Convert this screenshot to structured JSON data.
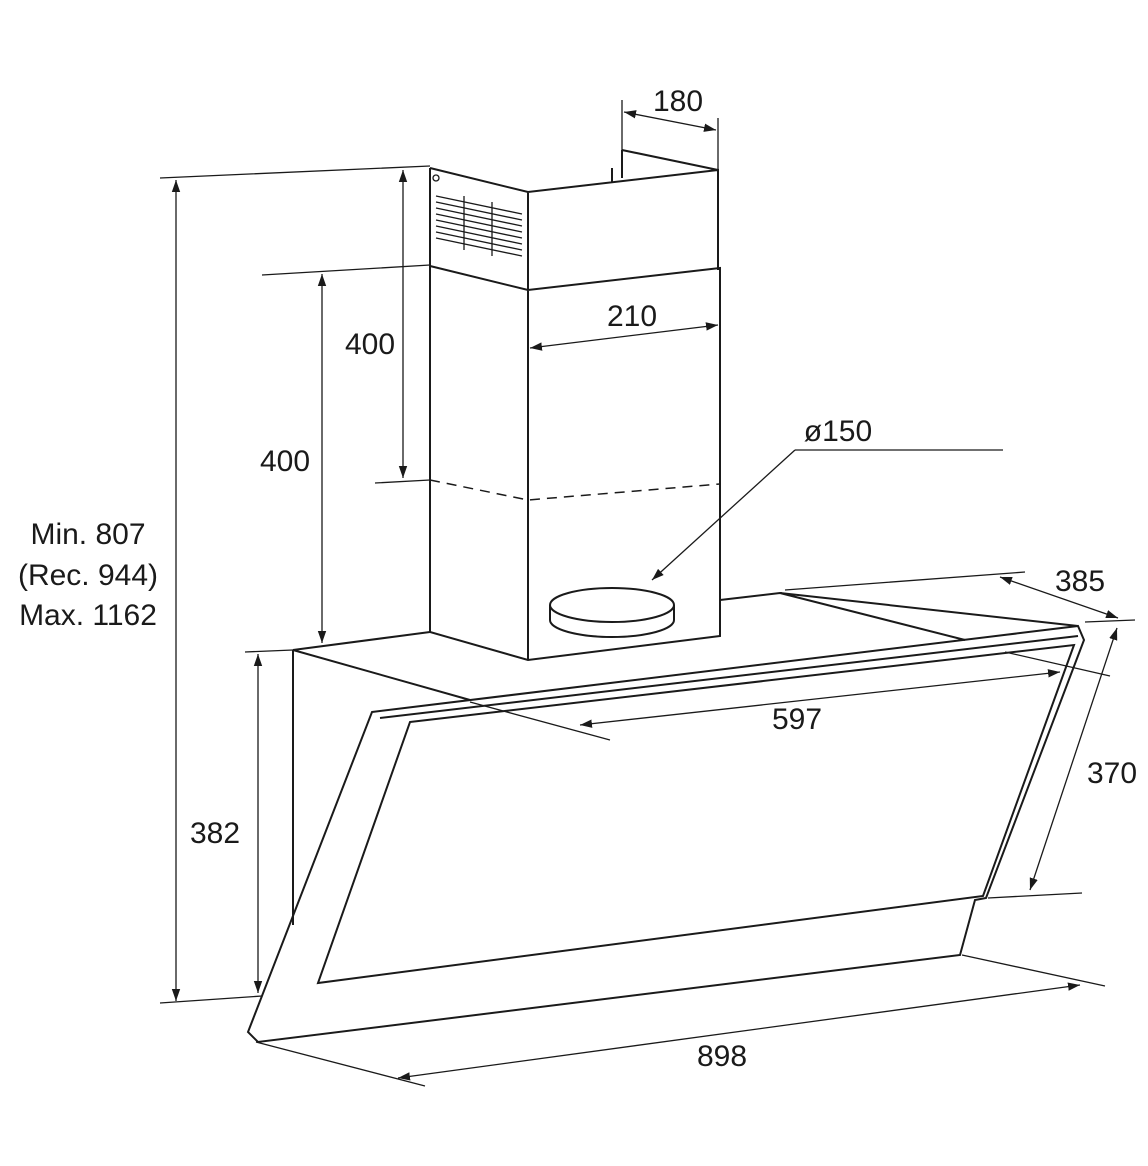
{
  "dimensions": {
    "height_min": "Min. 807",
    "height_rec": "(Rec. 944)",
    "height_max": "Max. 1162",
    "upper_chimney": "400",
    "lower_chimney": "400",
    "chimney_depth": "180",
    "chimney_width": "210",
    "outlet_diameter": "ø150",
    "hood_depth": "385",
    "hood_top_width": "597",
    "glass_height": "370",
    "hood_front_height": "382",
    "hood_width": "898"
  }
}
